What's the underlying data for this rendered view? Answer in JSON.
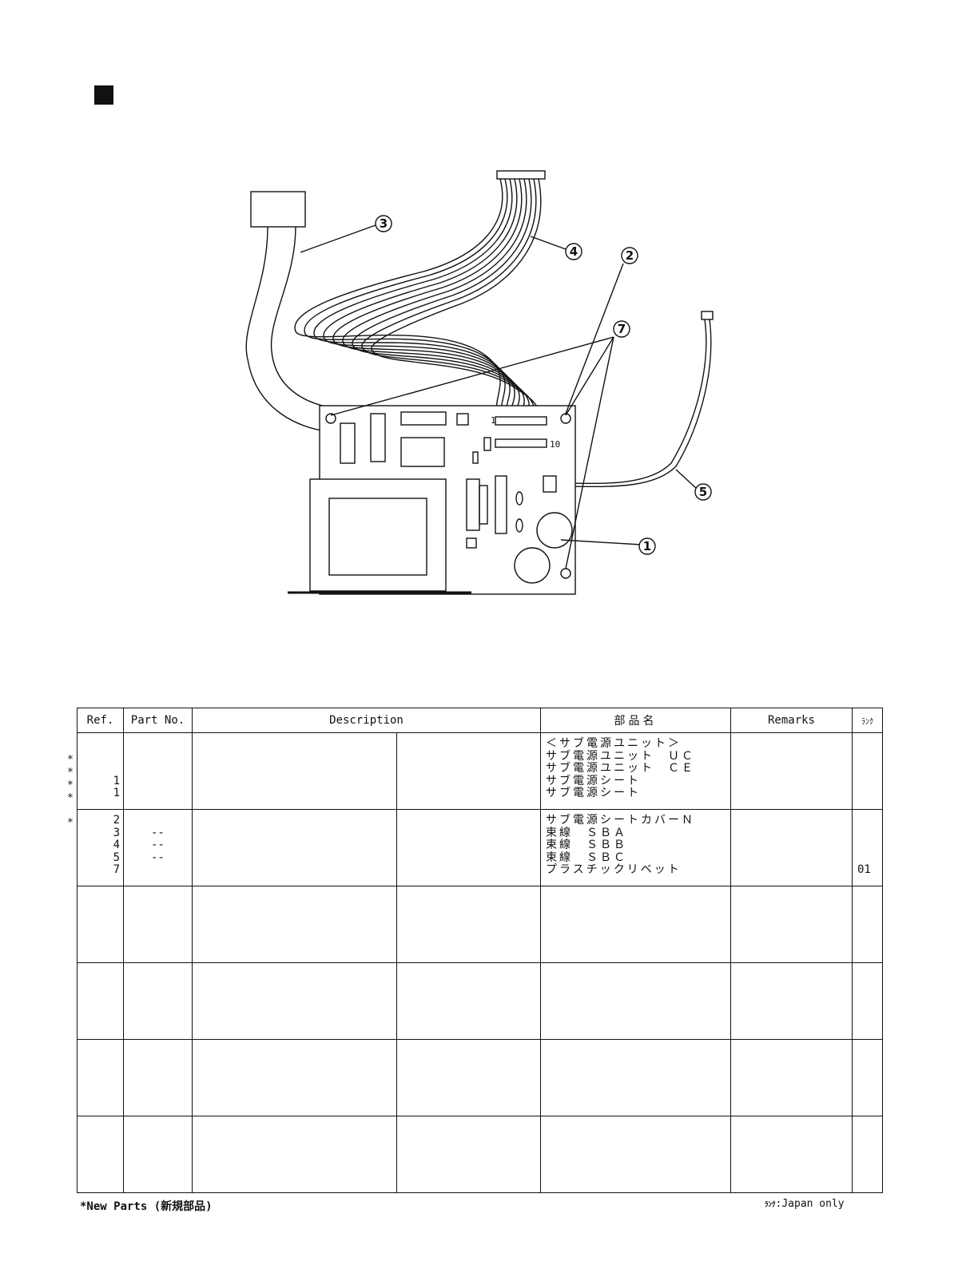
{
  "diagram": {
    "callouts": [
      {
        "id": "1",
        "label": "①"
      },
      {
        "id": "2",
        "label": "②"
      },
      {
        "id": "3",
        "label": "③"
      },
      {
        "id": "4",
        "label": "④"
      },
      {
        "id": "5",
        "label": "⑤"
      },
      {
        "id": "7",
        "label": "⑦"
      }
    ],
    "board_marks": {
      "pin1": "1",
      "pin10": "10"
    }
  },
  "table": {
    "headers": {
      "ref": "Ref.",
      "part_no": "Part No.",
      "description": "Description",
      "jp_name": "部品名",
      "remarks": "Remarks",
      "rank": "ﾗﾝｸ"
    },
    "groups": [
      {
        "ref": "\n\n\n1\n1",
        "part_no": "",
        "jp_name": "＜サブ電源ユニット＞\nサブ電源ユニット　ＵＣ\nサブ電源ユニット　ＣＥ\nサブ電源シート\nサブ電源シート",
        "rank": ""
      },
      {
        "ref": "2\n3\n4\n5\n7",
        "part_no": "\n--\n--\n--\n",
        "jp_name": "サブ電源シートカバーＮ\n束線　ＳＢＡ\n束線　ＳＢＢ\n束線　ＳＢＣ\nプラスチックリベット",
        "rank": "\n\n\n\n01"
      }
    ],
    "new_part_marks": [
      "*",
      "*",
      "*",
      "*",
      "*"
    ]
  },
  "footer": {
    "new_parts": "*New Parts (新規部品)",
    "rank_label": "ﾗﾝｸ",
    "japan_only": ":Japan only"
  }
}
